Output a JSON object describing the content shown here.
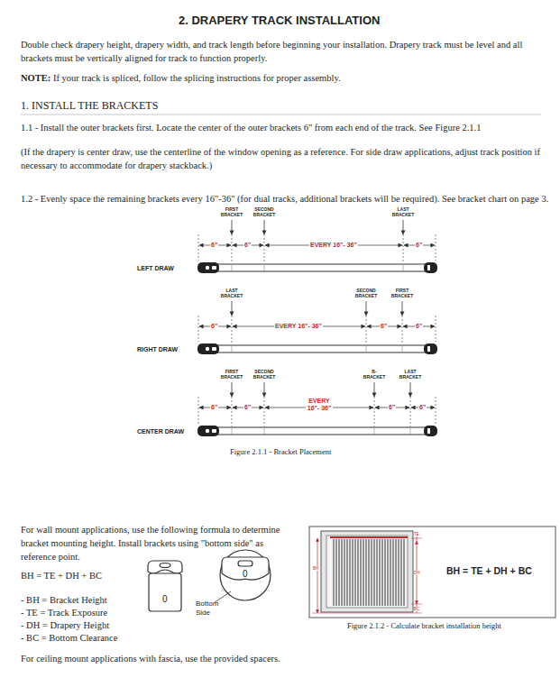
{
  "diagram": {
    "title": "2. DRAPERY TRACK INSTALLATION",
    "labels": [
      "Double check drapery height, drapery width, and track length before beginning your installation. Drapery track must be level and all brackets must be vertically aligned for track to function properly.",
      "NOTE:",
      "If your track is spliced, follow the splicing instructions for proper assembly.",
      "1. INSTALL THE BRACKETS",
      "1.1 - Install the outer brackets first. Locate the center of the outer brackets 6\" from each end of the track. See Figure 2.1.1",
      "(If the drapery is center draw, use the centerline of the window opening as a reference. For side draw applications, adjust track position if necessary to accommodate for drapery stackback.)",
      "1.2 - Evenly space the remaining brackets every 16\"-36\" (for dual tracks, additional brackets will be required). See bracket chart on page 3.",
      "FIRST BRACKET",
      "SECOND BRACKET",
      "LAST BRACKET",
      "6\"",
      "6\"",
      "EVERY 16\"- 36\"",
      "6\"",
      "LEFT DRAW",
      "LAST BRACKET",
      "SECOND BRACKET",
      "FIRST BRACKET",
      "6\"",
      "EVERY 16\"- 36\"",
      "6\"",
      "6\"",
      "RIGHT DRAW",
      "FIRST BRACKET",
      "SECOND BRACKET",
      "B- BRACKET",
      "LAST BRACKET",
      "6\"",
      "6\"",
      "EVERY 16\"- 36\"",
      "6\"",
      "6\"",
      "CENTER DRAW",
      "Figure 2.1.1 - Bracket Placement",
      "For wall mount applications, use the following formula to determine bracket mounting height. Install brackets using \"bottom side\" as reference point.",
      "BH = TE + DH + BC",
      "- BH = Bracket Height",
      "- TE = Track Exposure",
      "- DH = Drapery Height",
      "- BC = Bottom Clearance",
      "0",
      "0",
      "Bottom Side",
      "BH",
      "TE",
      "DH",
      "BC",
      "BH = TE + DH + BC",
      "Figure 2.1.2 - Calculate bracket installation height",
      "For ceiling mount applications with fascia, use the provided spacers."
    ]
  }
}
